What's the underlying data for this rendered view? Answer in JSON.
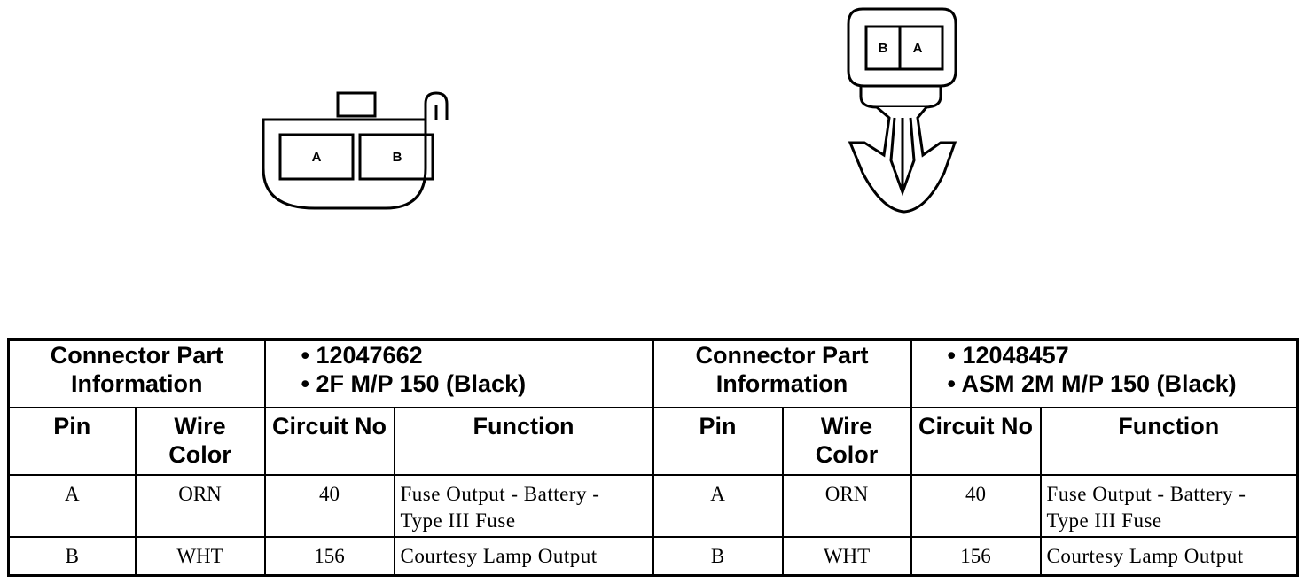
{
  "connector_left": {
    "pins": [
      "A",
      "B"
    ],
    "part_info_label": "Connector Part Information",
    "part_info": [
      "• 12047662",
      "• 2F M/P 150 (Black)"
    ]
  },
  "connector_right": {
    "pins": [
      "B",
      "A"
    ],
    "part_info_label": "Connector Part Information",
    "part_info": [
      "• 12048457",
      "• ASM 2M M/P 150 (Black)"
    ]
  },
  "columns": [
    "Pin",
    "Wire Color",
    "Circuit No",
    "Function"
  ],
  "rows_left": [
    {
      "pin": "A",
      "wire": "ORN",
      "circuit": "40",
      "function": "Fuse Output - Battery - Type III Fuse"
    },
    {
      "pin": "B",
      "wire": "WHT",
      "circuit": "156",
      "function": "Courtesy Lamp Output"
    }
  ],
  "rows_right": [
    {
      "pin": "A",
      "wire": "ORN",
      "circuit": "40",
      "function": "Fuse Output - Battery - Type III Fuse"
    },
    {
      "pin": "B",
      "wire": "WHT",
      "circuit": "156",
      "function": "Courtesy Lamp Output"
    }
  ]
}
